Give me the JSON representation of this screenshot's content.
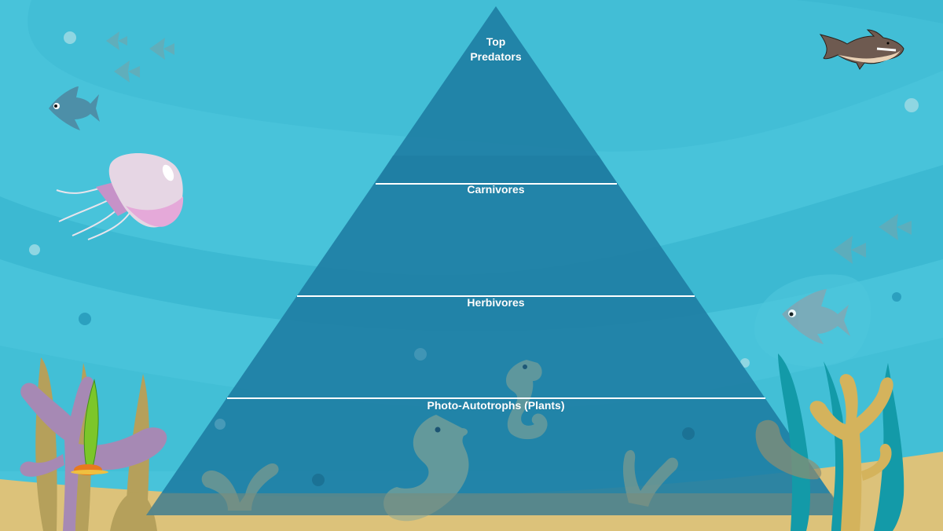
{
  "diagram": {
    "type": "food-pyramid",
    "theme": "underwater",
    "levels": [
      {
        "label": "Top Predators",
        "line1": "Top",
        "line2": "Predators"
      },
      {
        "label": "Carnivores"
      },
      {
        "label": "Herbivores"
      },
      {
        "label": "Photo-Autotrophs (Plants)"
      }
    ]
  },
  "colors": {
    "water": "#48c3da",
    "water_dark_band": "#3ab7d0",
    "pyramid": "#1f7fa5",
    "divider": "#ffffff",
    "sand": "#dcc27a",
    "label_text": "#ffffff"
  },
  "decorations": {
    "icons": [
      "shark-icon",
      "jellyfish-icon",
      "fish-icon",
      "fish-school-icon",
      "seahorse-icon",
      "seaweed-icon",
      "coral-icon",
      "bubble-icon"
    ]
  }
}
